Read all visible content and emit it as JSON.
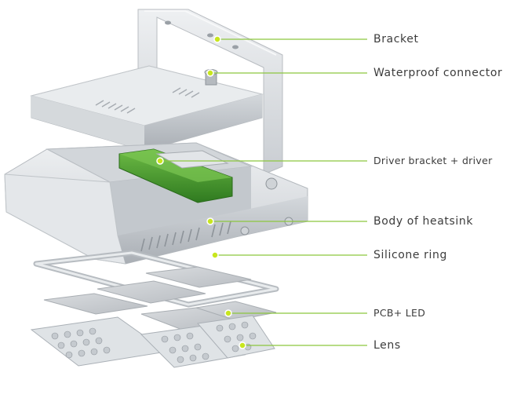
{
  "callouts": [
    {
      "id": "bracket",
      "label": "Bracket"
    },
    {
      "id": "waterproof-connector",
      "label": "Waterproof connector"
    },
    {
      "id": "driver-bracket",
      "label": "Driver bracket + driver"
    },
    {
      "id": "body-of-heatsink",
      "label": "Body of heatsink"
    },
    {
      "id": "silicone-ring",
      "label": "Silicone ring"
    },
    {
      "id": "pcb-led",
      "label": "PCB+ LED"
    },
    {
      "id": "lens",
      "label": "Lens"
    }
  ],
  "colors": {
    "leader_line": "#8cc63f",
    "dot": "#c8e61e",
    "driver": "#4a9a30",
    "metal": "#dcdfe2",
    "text": "#3c3c3c"
  }
}
